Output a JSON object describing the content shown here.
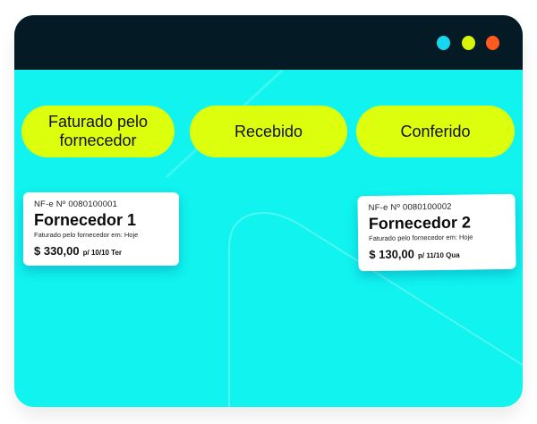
{
  "window": {
    "controls": [
      {
        "name": "cyan-dot",
        "color": "#15d8f0"
      },
      {
        "name": "lime-dot",
        "color": "#d6f50a"
      },
      {
        "name": "orange-dot",
        "color": "#ff5a1f"
      }
    ]
  },
  "colors": {
    "titlebar": "#041a24",
    "background": "#10f3ef",
    "pill": "#dcff0e",
    "card": "#ffffff"
  },
  "columns": [
    {
      "label_line1": "Faturado pelo",
      "label_line2": "fornecedor"
    },
    {
      "label": "Recebido"
    },
    {
      "label": "Conferido"
    }
  ],
  "cards": [
    {
      "nfe": "NF-e Nº 0080100001",
      "supplier": "Fornecedor 1",
      "billed": "Faturado pelo fornecedor em: Hoje",
      "amount": "$ 330,00",
      "due": "p/ 10/10 Ter"
    },
    {
      "nfe": "NF-e Nº 0080100002",
      "supplier": "Fornecedor 2",
      "billed": "Faturado pelo fornecedor em: Hoje",
      "amount": "$ 130,00",
      "due": "p/ 11/10 Qua"
    }
  ]
}
